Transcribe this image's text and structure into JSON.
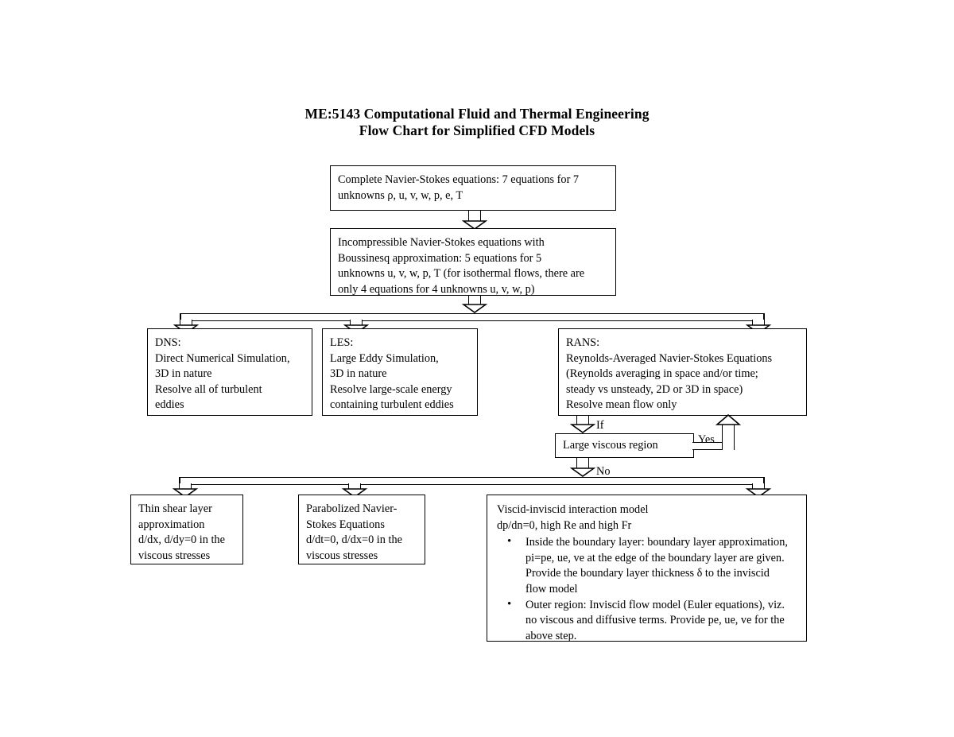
{
  "document": {
    "title_line1": "ME:5143 Computational Fluid and Thermal Engineering",
    "title_line2": "Flow Chart for Simplified CFD Models",
    "background_color": "#ffffff",
    "line_color": "#000000"
  },
  "nodes": {
    "complete_ns": {
      "id": "complete-navier-stokes",
      "lines": [
        "Complete Navier-Stokes equations: 7 equations for 7",
        "unknowns ρ, u, v, w, p, e, T"
      ]
    },
    "incompressible_ns": {
      "id": "incompressible-navier-stokes",
      "lines": [
        "Incompressible Navier-Stokes equations with",
        "Boussinesq approximation: 5 equations for 5",
        "unknowns u, v, w, p, T (for isothermal flows, there are",
        "only 4 equations for 4 unknowns u, v, w, p)"
      ]
    },
    "dns": {
      "id": "dns",
      "heading": "DNS:",
      "lines": [
        "Direct Numerical Simulation,",
        "3D in nature",
        "Resolve all of turbulent",
        "eddies"
      ]
    },
    "les": {
      "id": "les",
      "heading": "LES:",
      "lines": [
        "Large Eddy Simulation,",
        "3D in nature",
        "Resolve large-scale energy",
        "containing turbulent eddies"
      ]
    },
    "rans": {
      "id": "rans",
      "heading": "RANS:",
      "lines": [
        "Reynolds-Averaged Navier-Stokes Equations",
        "(Reynolds averaging in space and/or time;",
        "steady vs unsteady, 2D or 3D in space)",
        "Resolve mean flow only"
      ]
    },
    "decision": {
      "id": "large-viscous-region",
      "label": "Large viscous region"
    },
    "thin_shear": {
      "id": "thin-shear-layer",
      "lines": [
        "Thin shear layer",
        "approximation",
        "d/dx, d/dy=0 in the",
        "viscous stresses"
      ]
    },
    "parabolized": {
      "id": "parabolized-navier-stokes",
      "lines": [
        "Parabolized Navier-",
        "Stokes Equations",
        "d/dt=0, d/dx=0 in the",
        "viscous stresses"
      ]
    },
    "viscid_inviscid": {
      "id": "viscid-inviscid-interaction",
      "lines": [
        "Viscid-inviscid interaction model",
        "dp/dn=0, high Re and high Fr"
      ],
      "bullets": [
        [
          "Inside the boundary layer: boundary layer approximation,",
          "pi=pe, ue, ve at the edge of the boundary layer are given.",
          "Provide the boundary layer thickness δ to the inviscid",
          "flow model"
        ],
        [
          "Outer region: Inviscid flow model (Euler equations), viz.",
          "no viscous and diffusive terms. Provide pe, ue, ve for the",
          "above step."
        ]
      ]
    }
  },
  "connector_labels": {
    "if": "If",
    "yes": "Yes",
    "no": "No"
  },
  "chart_data": {
    "type": "flowchart",
    "title": "ME:5143 Computational Fluid and Thermal Engineering — Flow Chart for Simplified CFD Models",
    "edges": [
      {
        "from": "complete-navier-stokes",
        "to": "incompressible-navier-stokes",
        "label": ""
      },
      {
        "from": "incompressible-navier-stokes",
        "to": "dns",
        "label": ""
      },
      {
        "from": "incompressible-navier-stokes",
        "to": "les",
        "label": ""
      },
      {
        "from": "incompressible-navier-stokes",
        "to": "rans",
        "label": ""
      },
      {
        "from": "rans",
        "to": "large-viscous-region",
        "label": "If"
      },
      {
        "from": "large-viscous-region",
        "to": "rans",
        "label": "Yes"
      },
      {
        "from": "large-viscous-region",
        "to": "thin-shear-layer",
        "label": "No"
      },
      {
        "from": "large-viscous-region",
        "to": "parabolized-navier-stokes",
        "label": "No"
      },
      {
        "from": "large-viscous-region",
        "to": "viscid-inviscid-interaction",
        "label": "No"
      }
    ]
  }
}
